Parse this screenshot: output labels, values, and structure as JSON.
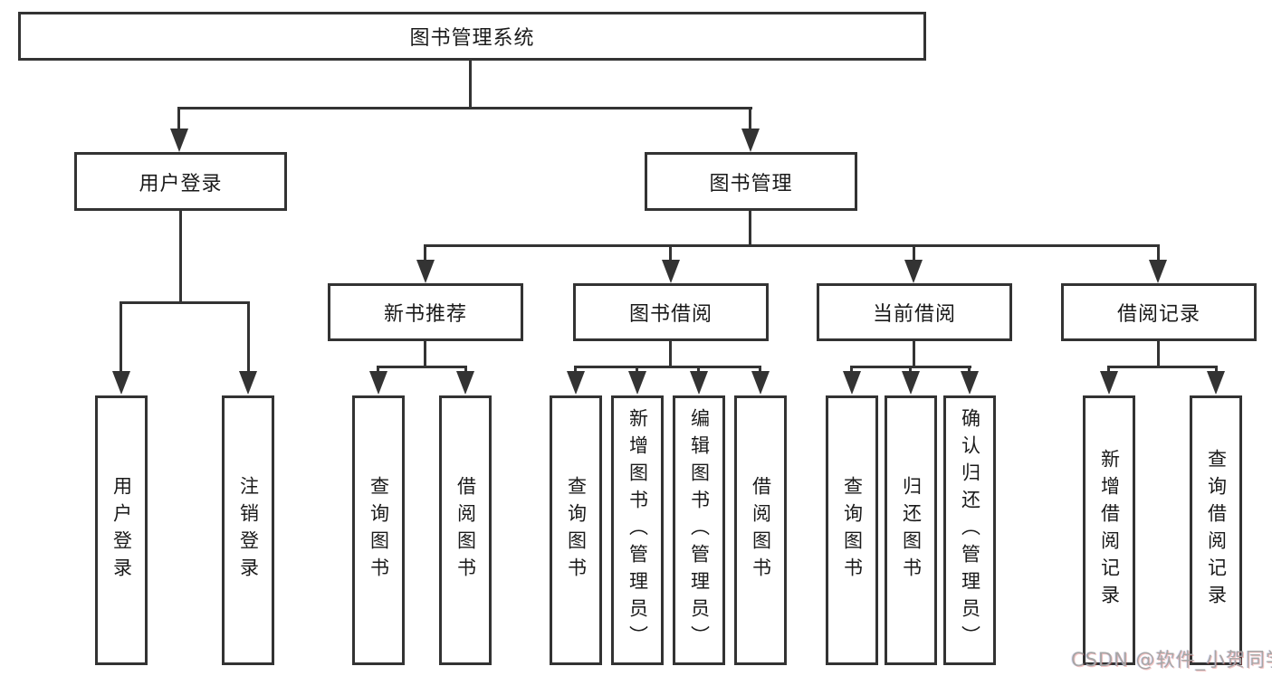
{
  "diagram": {
    "root": {
      "label": "图书管理系统"
    },
    "level2": [
      {
        "id": "user-login",
        "label": "用户登录"
      },
      {
        "id": "book-management",
        "label": "图书管理"
      }
    ],
    "level3": [
      {
        "id": "new-book-recommend",
        "label": "新书推荐"
      },
      {
        "id": "book-borrow",
        "label": "图书借阅"
      },
      {
        "id": "current-borrow",
        "label": "当前借阅"
      },
      {
        "id": "borrow-records",
        "label": "借阅记录"
      }
    ],
    "leaves": {
      "user_login": [
        "用户登录",
        "注销登录"
      ],
      "new_book_recommend": [
        "查询图书",
        "借阅图书"
      ],
      "book_borrow": [
        "查询图书",
        "新增图书（管理员）",
        "编辑图书（管理员）",
        "借阅图书"
      ],
      "current_borrow": [
        "查询图书",
        "归还图书",
        "确认归还（管理员）"
      ],
      "borrow_records": [
        "新增借阅记录",
        "查询借阅记录"
      ]
    }
  },
  "watermark": {
    "text": "CSDN @软件_小贺同学"
  },
  "colors": {
    "line": "#333333",
    "text": "#1a1a1a",
    "watermark_gray": "#a6a6a6",
    "background": "#ffffff"
  }
}
